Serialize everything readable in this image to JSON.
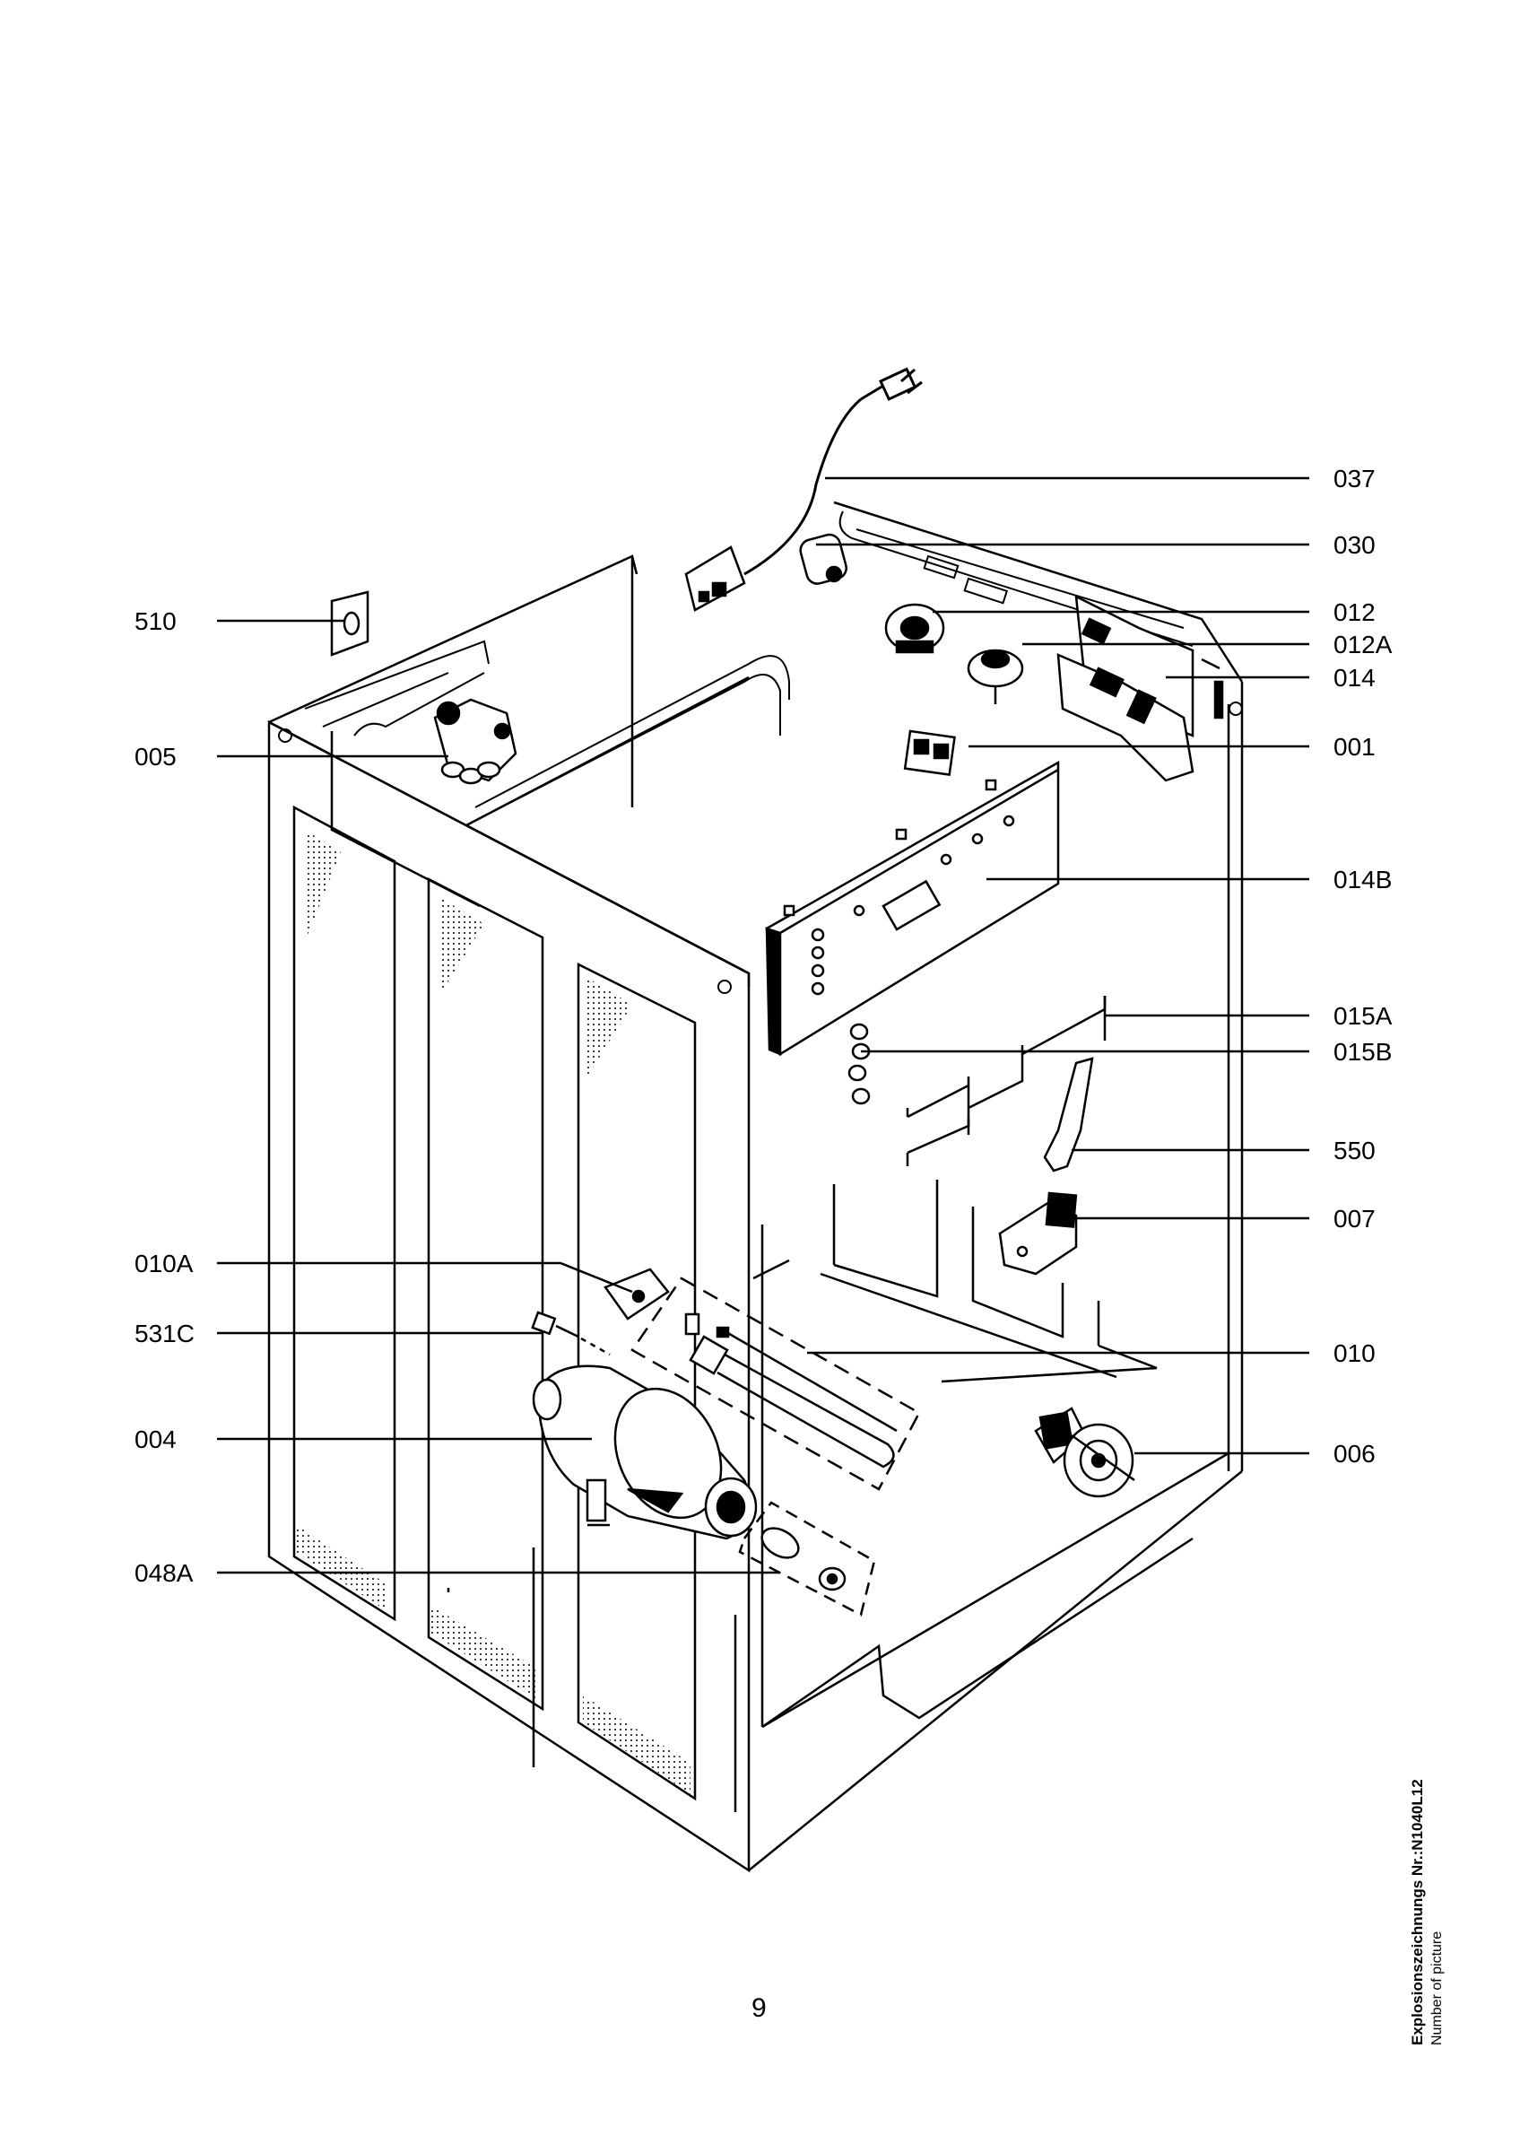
{
  "labels": {
    "p037": "037",
    "p030": "030",
    "p012": "012",
    "p012A": "012A",
    "p014": "014",
    "p001": "001",
    "p014B": "014B",
    "p015A": "015A",
    "p015B": "015B",
    "p550": "550",
    "p007": "007",
    "p010": "010",
    "p006": "006",
    "p510": "510",
    "p005": "005",
    "p010A": "010A",
    "p531C": "531C",
    "p004": "004",
    "p048A": "048A"
  },
  "page_number": "9",
  "caption": {
    "line1": "Explosionszeichnungs  Nr.:N1040L12",
    "line2": "Number of picture"
  }
}
